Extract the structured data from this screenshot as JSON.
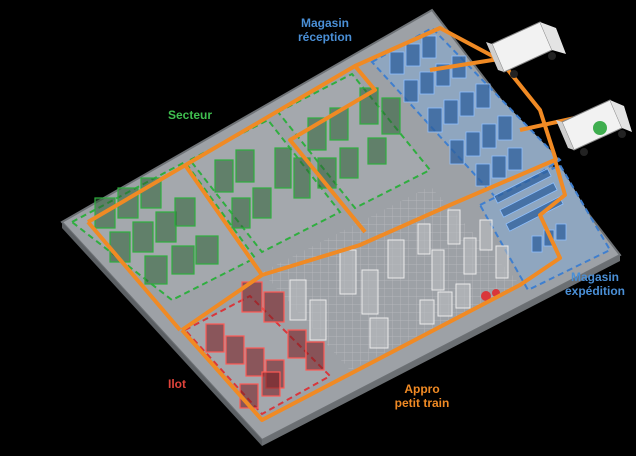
{
  "labels": {
    "magasin_reception": [
      "Magasin",
      "réception"
    ],
    "secteur": "Secteur",
    "magasin_expedition": [
      "Magasin",
      "expédition"
    ],
    "ilot": "Ilot",
    "appro_petit_train": [
      "Appro",
      "petit train"
    ]
  },
  "colors": {
    "background": "#000000",
    "floor": "#9a9ea3",
    "reception_zone": "#3f7fcf",
    "secteur_zone": "#2fae3f",
    "ilot_zone": "#d9363b",
    "expedition_zone": "#3f7fcf",
    "train_route": "#f08a24",
    "truck": "#f2f2f2"
  },
  "icons": [
    "truck-icon",
    "truck-icon"
  ]
}
